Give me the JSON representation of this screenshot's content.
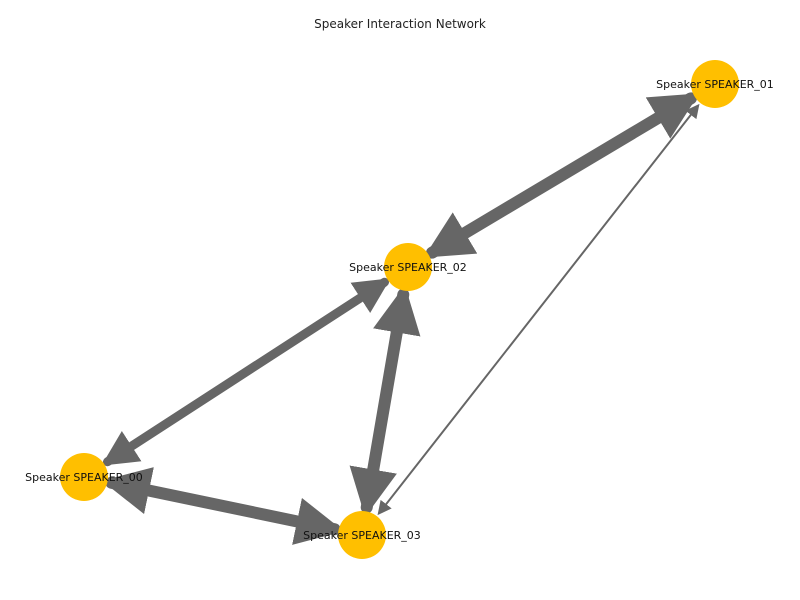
{
  "title": "Speaker Interaction Network",
  "colors": {
    "node": "#FFBF00",
    "edge": "#666666",
    "text": "#111111"
  },
  "nodes": [
    {
      "id": "s00",
      "label": "Speaker SPEAKER_00"
    },
    {
      "id": "s01",
      "label": "Speaker SPEAKER_01"
    },
    {
      "id": "s02",
      "label": "Speaker SPEAKER_02"
    },
    {
      "id": "s03",
      "label": "Speaker SPEAKER_03"
    }
  ],
  "edges": [
    {
      "source": "s01",
      "target": "s02",
      "weight": "heavy",
      "arrows": "both"
    },
    {
      "source": "s02",
      "target": "s00",
      "weight": "medium",
      "arrows": "both"
    },
    {
      "source": "s02",
      "target": "s03",
      "weight": "heavy",
      "arrows": "both"
    },
    {
      "source": "s00",
      "target": "s03",
      "weight": "heavy",
      "arrows": "both"
    },
    {
      "source": "s03",
      "target": "s01",
      "weight": "thin",
      "arrows": "both"
    }
  ]
}
